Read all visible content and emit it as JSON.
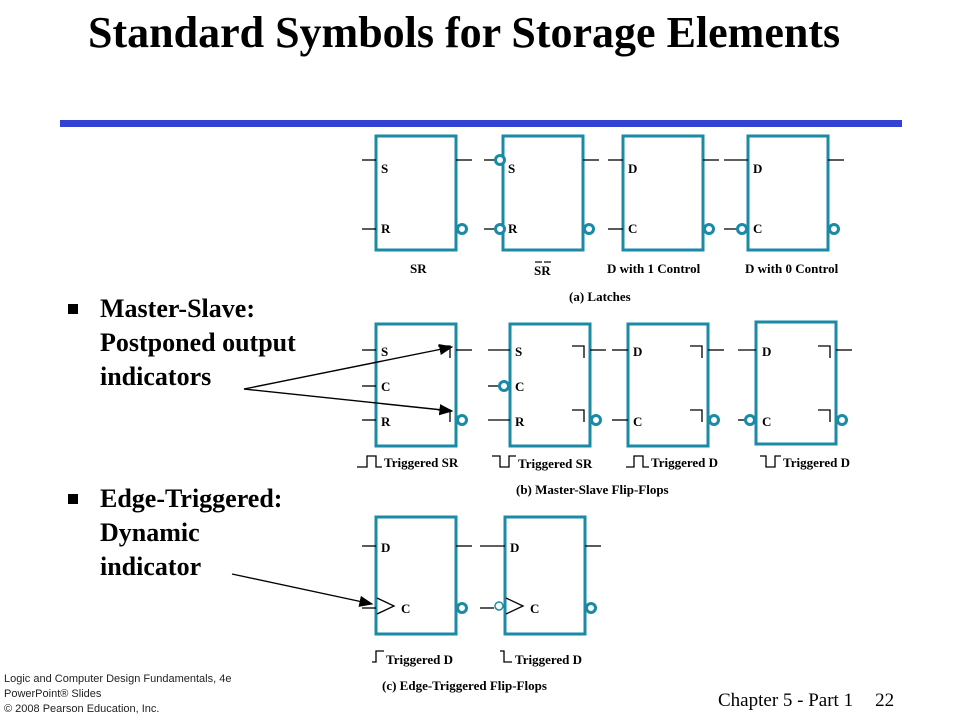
{
  "title": "Standard Symbols for Storage Elements",
  "bullets": [
    {
      "heading": "Master-Slave:",
      "lines": [
        "Postponed output",
        "indicators"
      ]
    },
    {
      "heading": "Edge-Triggered:",
      "lines": [
        "Dynamic",
        "indicator"
      ]
    }
  ],
  "latches": {
    "caption": "(a) Latches",
    "items": [
      {
        "in1": "S",
        "in2": "R",
        "label": "SR"
      },
      {
        "in1": "S",
        "in2": "R",
        "label": "SR"
      },
      {
        "in1": "D",
        "in2": "C",
        "label": "D with 1 Control"
      },
      {
        "in1": "D",
        "in2": "C",
        "label": "D with 0 Control"
      }
    ]
  },
  "master_slave": {
    "caption": "(b) Master-Slave Flip-Flops",
    "items": [
      {
        "in1": "S",
        "in2": "C",
        "in3": "R",
        "label": "Triggered SR"
      },
      {
        "in1": "S",
        "in2": "C",
        "in3": "R",
        "label": "Triggered SR"
      },
      {
        "in1": "D",
        "in2": "C",
        "label": "Triggered D"
      },
      {
        "in1": "D",
        "in2": "C",
        "label": "Triggered D"
      }
    ]
  },
  "edge_triggered": {
    "caption": "(c) Edge-Triggered Flip-Flops",
    "items": [
      {
        "in1": "D",
        "in2": "C",
        "label": "Triggered D"
      },
      {
        "in1": "D",
        "in2": "C",
        "label": "Triggered D"
      }
    ]
  },
  "footer": {
    "book_line1": "Logic and Computer Design Fundamentals, 4e",
    "book_line2": "PowerPoint® Slides",
    "book_line3": "© 2008 Pearson Education, Inc.",
    "chapter": "Chapter 5 - Part 1",
    "page": "22"
  },
  "colors": {
    "title_rule": "#3341d4",
    "bubble": "#1a8aa6",
    "box": "#1a8aa6"
  }
}
